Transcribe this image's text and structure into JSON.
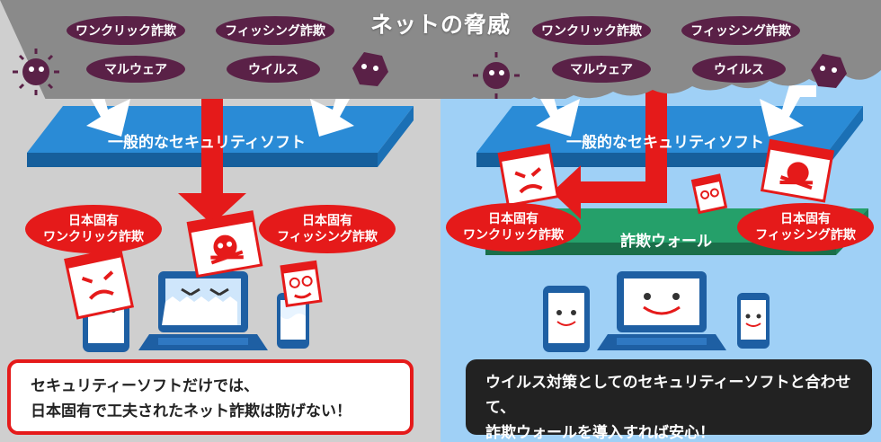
{
  "title": "ネットの脅威",
  "threats": {
    "one_click": "ワンクリック詐欺",
    "phishing": "フィッシング詐欺",
    "malware": "マルウェア",
    "virus": "ウイルス"
  },
  "security_soft_label": "一般的なセキュリティソフト",
  "sagi_wall_label": "詐欺ウォール",
  "japan_one_click": "日本固有\nワンクリック詐欺",
  "japan_phishing": "日本固有\nフィッシング詐欺",
  "left_message": "セキュリティーソフトだけでは、\n日本固有で工夫されたネット詐欺は防げない！",
  "right_message": "ウイルス対策としてのセキュリティーソフトと合わせて、\n詐欺ウォールを導入すれば安心！",
  "colors": {
    "threat_pill": "#5a2147",
    "threat_red": "#e51a1a",
    "plane_blue": "#1f7bc4",
    "wall_green": "#1f8a5a",
    "left_bg": "#cfcfcf",
    "right_bg": "#9fd0f6",
    "device_blue": "#1e5fa3"
  }
}
